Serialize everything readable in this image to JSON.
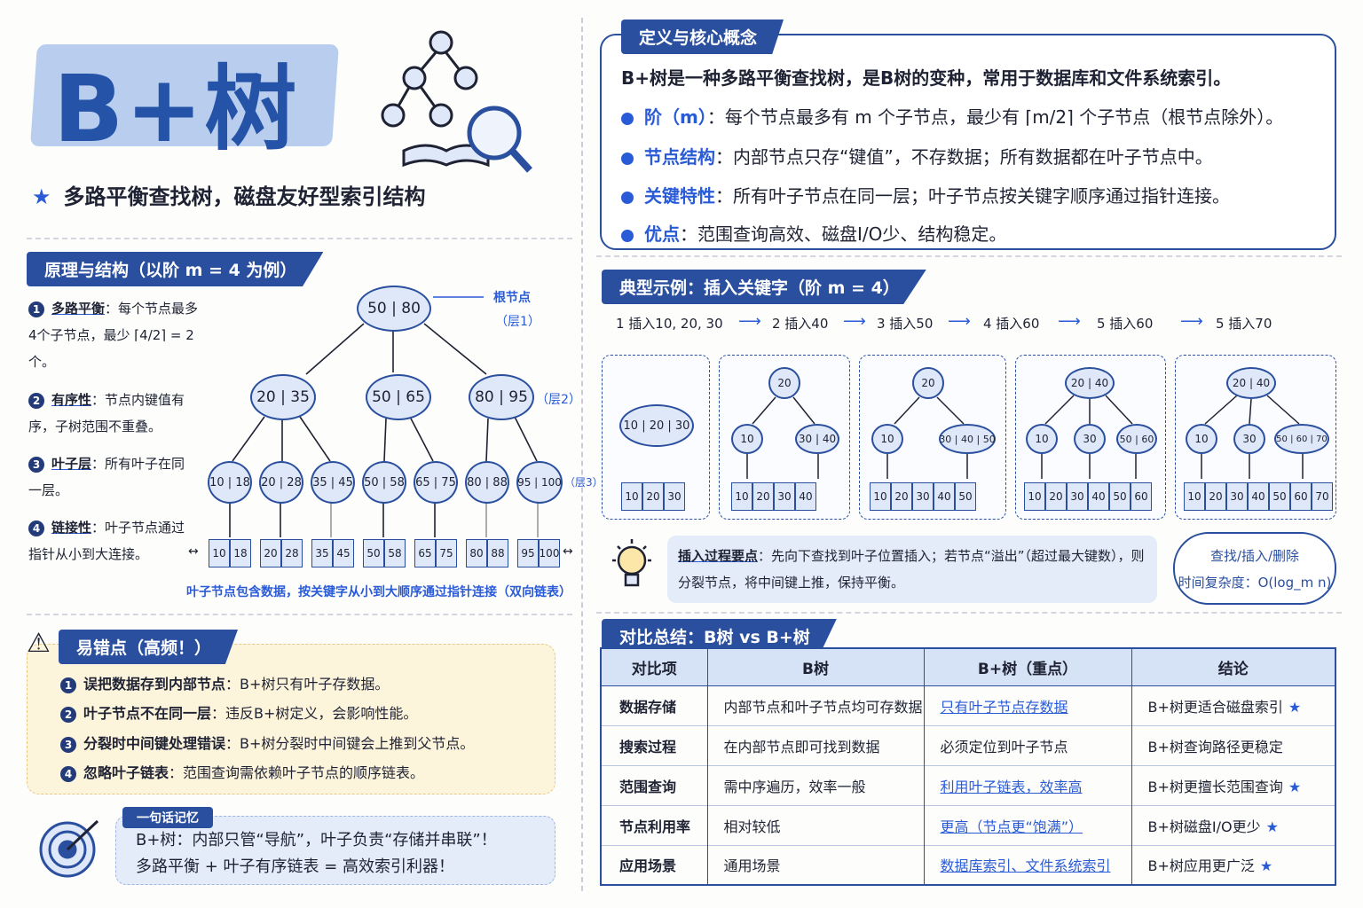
{
  "header": {
    "title": "B+树",
    "subtitle": "多路平衡查找树，磁盘友好型索引结构"
  },
  "definition": {
    "tag": "定义与核心概念",
    "intro": "B+树是一种多路平衡查找树，是B树的变种，常用于数据库和文件系统索引。",
    "items": [
      {
        "label": "阶（m）",
        "text": "：每个节点最多有 m 个子节点，最少有 ⌈m/2⌉ 个子节点（根节点除外）。"
      },
      {
        "label": "节点结构",
        "text": "：内部节点只存“键值”，不存数据；所有数据都在叶子节点中。"
      },
      {
        "label": "关键特性",
        "text": "：所有叶子节点在同一层；叶子节点按关键字顺序通过指针连接。"
      },
      {
        "label": "优点",
        "text": "：范围查询高效、磁盘I/O少、结构稳定。"
      }
    ]
  },
  "principle": {
    "tag": "原理与结构（以阶 m = 4 为例）",
    "items": [
      {
        "num": "1",
        "label": "多路平衡",
        "text": "：每个节点最多4个子节点，最少 ⌈4/2⌉ = 2个。"
      },
      {
        "num": "2",
        "label": "有序性",
        "text": "：节点内键值有序，子树范围不重叠。"
      },
      {
        "num": "3",
        "label": "叶子层",
        "text": "：所有叶子在同一层。"
      },
      {
        "num": "4",
        "label": "链接性",
        "text": "：叶子节点通过指针从小到大连接。"
      }
    ],
    "root_label": "根节点",
    "layer1": "（层1）",
    "layer2": "（层2）",
    "layer3": "（层3）",
    "root": "50 | 80",
    "level2": [
      "20 | 35",
      "50 | 65",
      "80 | 95"
    ],
    "level3": [
      "10 | 18",
      "20 | 28",
      "35 | 45",
      "50 | 58",
      "65 | 75",
      "80 | 88",
      "95 | 100"
    ],
    "leaf_values": [
      "10",
      "18",
      "20",
      "28",
      "35",
      "45",
      "50",
      "58",
      "65",
      "75",
      "80",
      "88",
      "95",
      "100"
    ],
    "leaf_caption": "叶子节点包含数据，按关键字从小到大顺序通过指针连接（双向链表）"
  },
  "example": {
    "tag": "典型示例：插入关键字（阶 m = 4）",
    "steps": [
      "1 插入10, 20, 30",
      "2 插入40",
      "3 插入50",
      "4 插入60",
      "5 插入60",
      "5 插入70"
    ],
    "panel1": {
      "node": "10 | 20 | 30",
      "leaves": [
        "10",
        "20",
        "30"
      ]
    },
    "panel2": {
      "root": "20",
      "left": "10",
      "right": "30 | 40",
      "leaves": [
        "10",
        "20",
        "30",
        "40"
      ]
    },
    "panel3": {
      "root": "20",
      "left": "10",
      "right": "30 | 40 | 50",
      "leaves": [
        "10",
        "20",
        "30",
        "40",
        "50"
      ]
    },
    "panel4": {
      "root": "20 | 40",
      "kids": [
        "10",
        "30",
        "50 | 60"
      ],
      "leaves": [
        "10",
        "20",
        "30",
        "40",
        "50",
        "60"
      ]
    },
    "panel5": {
      "root": "20 | 40",
      "kids": [
        "10",
        "30",
        "50 | 60 | 70"
      ],
      "leaves": [
        "10",
        "20",
        "30",
        "40",
        "50",
        "60",
        "70"
      ]
    },
    "tip_label": "插入过程要点",
    "tip_text": "：先向下查找到叶子位置插入；若节点“溢出”（超过最大键数），则分裂节点，将中间键上推，保持平衡。",
    "cloud_line1": "查找/插入/删除",
    "cloud_line2": "时间复杂度：O(log_m n)"
  },
  "pitfalls": {
    "tag": "易错点（高频！）",
    "items": [
      {
        "num": "1",
        "label": "误把数据存到内部节点",
        "text": "：B+树只有叶子存数据。"
      },
      {
        "num": "2",
        "label": "叶子节点不在同一层",
        "text": "：违反B+树定义，会影响性能。"
      },
      {
        "num": "3",
        "label": "分裂时中间键处理错误",
        "text": "：B+树分裂时中间键会上推到父节点。"
      },
      {
        "num": "4",
        "label": "忽略叶子链表",
        "text": "：范围查询需依赖叶子节点的顺序链表。"
      }
    ]
  },
  "remember": {
    "tag": "一句话记忆",
    "line1": "B+树：内部只管“导航”，叶子负责“存储并串联”！",
    "line2": "多路平衡 + 叶子有序链表 = 高效索引利器！"
  },
  "compare": {
    "tag": "对比总结：B树 vs B+树",
    "headers": [
      "对比项",
      "B树",
      "B+树（重点）",
      "结论"
    ],
    "rows": [
      [
        "数据存储",
        "内部节点和叶子节点均可存数据",
        "只有叶子节点存数据",
        "B+树更适合磁盘索引"
      ],
      [
        "搜索过程",
        "在内部节点即可找到数据",
        "必须定位到叶子节点",
        "B+树查询路径更稳定"
      ],
      [
        "范围查询",
        "需中序遍历，效率一般",
        "利用叶子链表，效率高",
        "B+树更擅长范围查询"
      ],
      [
        "节点利用率",
        "相对较低",
        "更高（节点更“饱满”）",
        "B+树磁盘I/O更少"
      ],
      [
        "应用场景",
        "通用场景",
        "数据库索引、文件系统索引",
        "B+树应用更广泛"
      ]
    ]
  },
  "colors": {
    "accent": "#2a5bd7",
    "dark": "#2a4f9e",
    "warn_bg": "#fdf4dc"
  }
}
